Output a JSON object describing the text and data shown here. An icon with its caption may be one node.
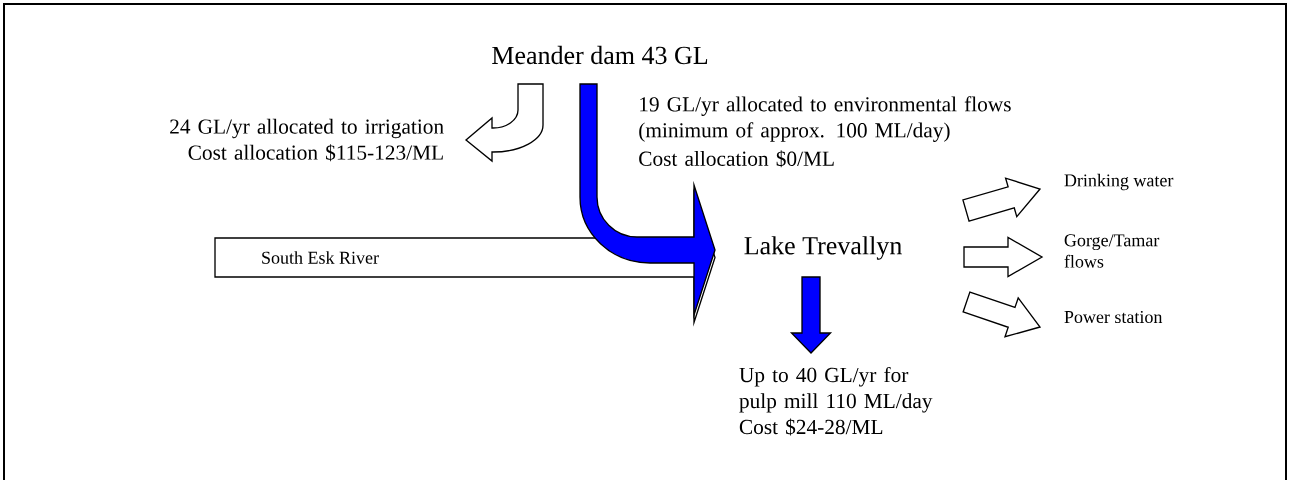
{
  "diagram": {
    "nodes": [
      {
        "text": [
          "Meander dam 43 GL"
        ]
      },
      {
        "text": [
          "24 GL/yr allocated to irrigation Cost allocation $115-123/ML"
        ]
      },
      {
        "text": [
          "Lake Trevallyn"
        ]
      },
      {
        "text": [
          "Up to 40 GL/yr for pulp mill 110 ML/day Cost $24-28/ML"
        ]
      },
      {
        "text": [
          "Drinking water"
        ]
      },
      {
        "text": [
          "Gorge/Tamar flows"
        ]
      },
      {
        "text": [
          "Power station"
        ]
      }
    ],
    "edges": [
      {
        "from": 0,
        "to": 2,
        "arrow": "to",
        "color": "#0000ff"
      },
      {
        "from": 0,
        "to": 1,
        "arrow": "to"
      },
      {
        "from": null,
        "to": 2,
        "arrow": "to",
        "label": "South Esk River"
      },
      {
        "from": 2,
        "to": 3,
        "arrow": "to",
        "color": "#0000ff"
      },
      {
        "from": 2,
        "to": 4,
        "arrow": "to"
      },
      {
        "from": 2,
        "to": 5,
        "arrow": "to"
      },
      {
        "from": 2,
        "to": 6,
        "arrow": "to"
      }
    ],
    "labels": [
      "19 GL/yr allocated to environmental flows (minimum of approx. 100 ML/day)",
      "Cost allocation $0/ML"
    ]
  }
}
